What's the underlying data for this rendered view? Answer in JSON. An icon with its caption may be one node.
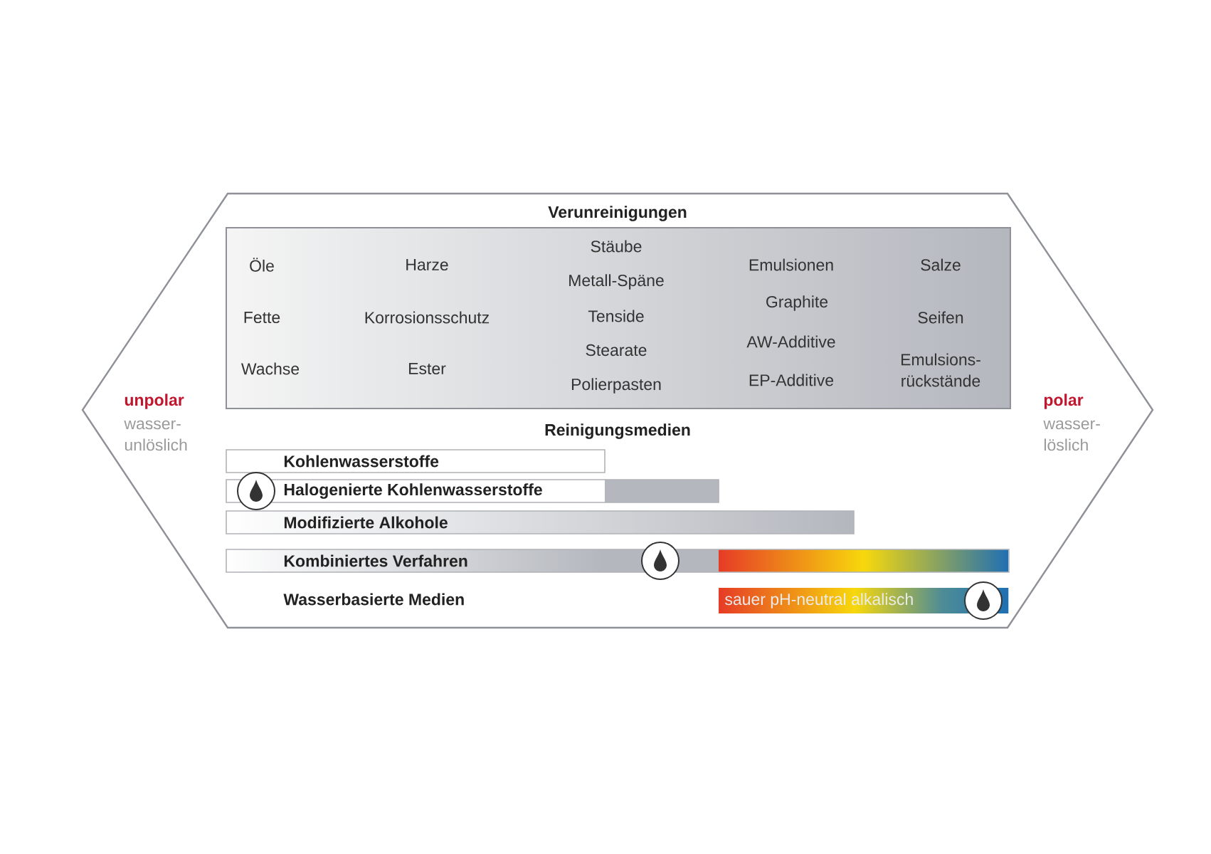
{
  "diagram": {
    "nodes": [
      {
        "text": [
          "Verunreinigungen"
        ]
      },
      {
        "text": [
          "Kohlenwasserstoffe"
        ]
      },
      {
        "text": [
          "Halogenierte Kohlenwasserstoffe"
        ]
      },
      {
        "text": [
          "Modifizierte Alkohole"
        ]
      },
      {
        "text": [
          "Kombiniertes Verfahren"
        ]
      },
      {
        "text": [
          "sauer pH-neutral alkalisch"
        ]
      }
    ],
    "edges": [],
    "labels": [
      "Öle",
      "Fette",
      "Wachse",
      "Harze",
      "Korrosionsschutz",
      "Ester",
      "Stäube",
      "Metall-Späne",
      "Tenside",
      "Stearate",
      "Polierpasten",
      "Emulsionen",
      "Graphite",
      "AW-Additive",
      "EP-Additive",
      "Salze",
      "Seifen",
      "Emulsions- rückstände",
      "Reinigungsmedien",
      "Wasserbasierte Medien",
      "unpolar",
      "wasser- unlöslich",
      "polar",
      "wasser- löslich"
    ]
  }
}
